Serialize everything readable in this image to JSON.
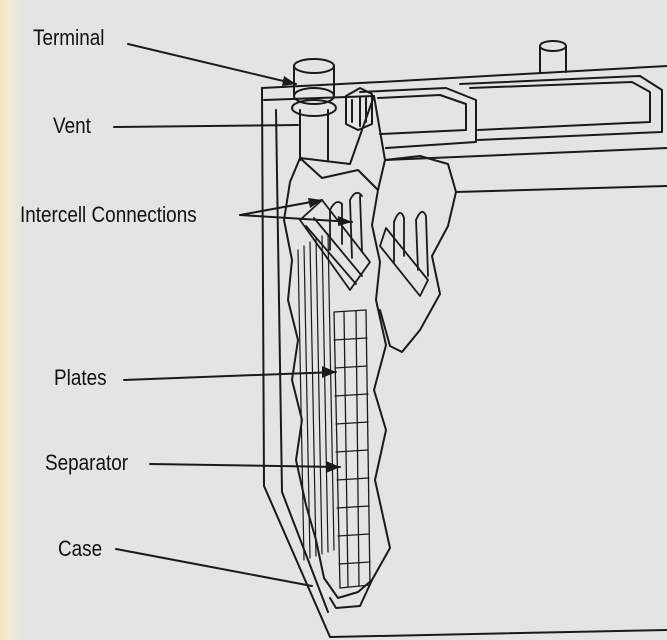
{
  "diagram": {
    "labels": {
      "terminal": "Terminal",
      "vent": "Vent",
      "intercell_connections": "Intercell Connections",
      "plates": "Plates",
      "separator": "Separator",
      "case": "Case"
    }
  }
}
